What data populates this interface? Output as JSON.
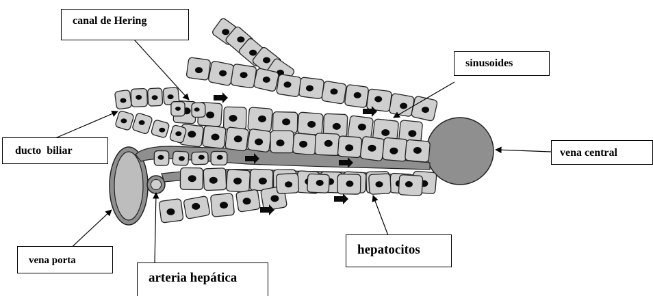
{
  "labels": {
    "canal_hering": "canal de Hering",
    "sinusoides": "sinusoides",
    "ducto_biliar": "ducto  biliar",
    "vena_central": "vena central",
    "vena_porta": "vena porta",
    "arteria_hepatica": "arteria hepática",
    "hepatocitos": "hepatocitos"
  },
  "colors": {
    "cell_fill": "#cfcfcf",
    "vessel_fill": "#8f8f8f",
    "porta_fill": "#bdbdbd",
    "outline": "#222222",
    "nucleus": "#0a0a0a"
  }
}
